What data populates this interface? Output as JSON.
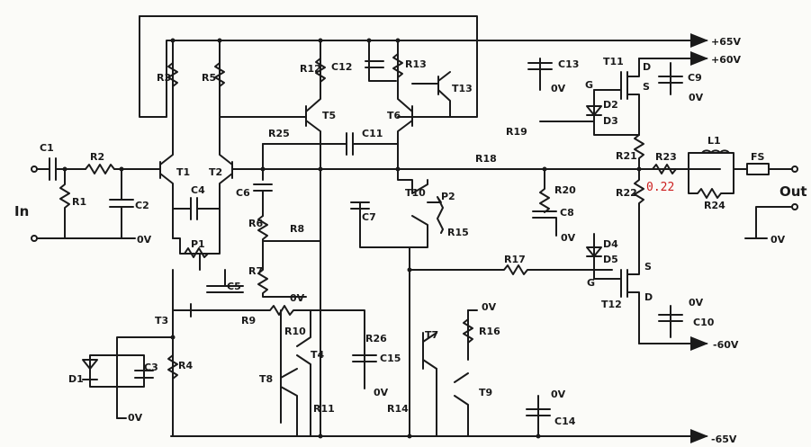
{
  "rails": {
    "plus65": "+65V",
    "plus60": "+60V",
    "minus60": "-60V",
    "minus65": "-65V",
    "zero": "0V"
  },
  "io": {
    "input": "In",
    "output": "Out"
  },
  "annotation": "0.22",
  "components": {
    "C1": "C1",
    "R2": "R2",
    "R1": "R1",
    "C2": "C2",
    "T1": "T1",
    "T2": "T2",
    "R3": "R3",
    "R5": "R5",
    "C4": "C4",
    "P1": "P1",
    "C6": "C6",
    "R6": "R6",
    "R8": "R8",
    "R7": "R7",
    "C5": "C5",
    "T3": "T3",
    "R9": "R9",
    "R4": "R4",
    "D1": "D1",
    "C3": "C3",
    "R10": "R10",
    "T4": "T4",
    "T8": "T8",
    "R11": "R11",
    "R26": "R26",
    "C15": "C15",
    "R25": "R25",
    "R12": "R12",
    "C12": "C12",
    "T5": "T5",
    "C11": "C11",
    "T6": "T6",
    "R13": "R13",
    "T13": "T13",
    "C13": "C13",
    "R19": "R19",
    "R18": "R18",
    "T10": "T10",
    "P2": "P2",
    "C7": "C7",
    "R15": "R15",
    "R20": "R20",
    "C8": "C8",
    "T7": "T7",
    "R16": "R16",
    "T9": "T9",
    "R14": "R14",
    "C14": "C14",
    "R17": "R17",
    "T11": "T11",
    "D2": "D2",
    "D3": "D3",
    "C9": "C9",
    "R21": "R21",
    "R23": "R23",
    "L1": "L1",
    "FS": "FS",
    "R22": "R22",
    "R24": "R24",
    "D4": "D4",
    "D5": "D5",
    "T12": "T12",
    "C10": "C10"
  },
  "pins": {
    "D": "D",
    "S": "S",
    "G": "G"
  }
}
